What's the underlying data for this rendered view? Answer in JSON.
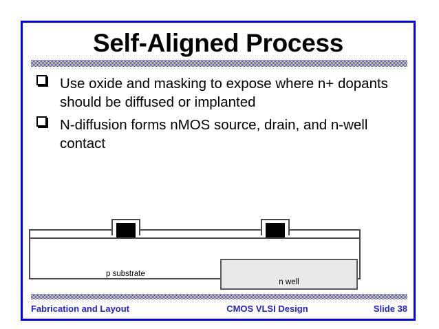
{
  "slide": {
    "title": "Self-Aligned Process",
    "border_color": "#0000ff",
    "rule_color": "#3333ee",
    "bullets": [
      "Use oxide and masking to expose where n+ dopants should be diffused or implanted",
      "N-diffusion forms nMOS source, drain, and n-well contact"
    ],
    "diagram": {
      "substrate_label": "p substrate",
      "nwell_label": "n well",
      "nwell_fill": "#e9e9e9",
      "contact_fill": "#000000",
      "outline_color": "#4a4a4a"
    },
    "footer": {
      "left": "Fabrication and Layout",
      "center": "CMOS VLSI Design",
      "right": "Slide 38",
      "color": "#2222cc"
    }
  }
}
